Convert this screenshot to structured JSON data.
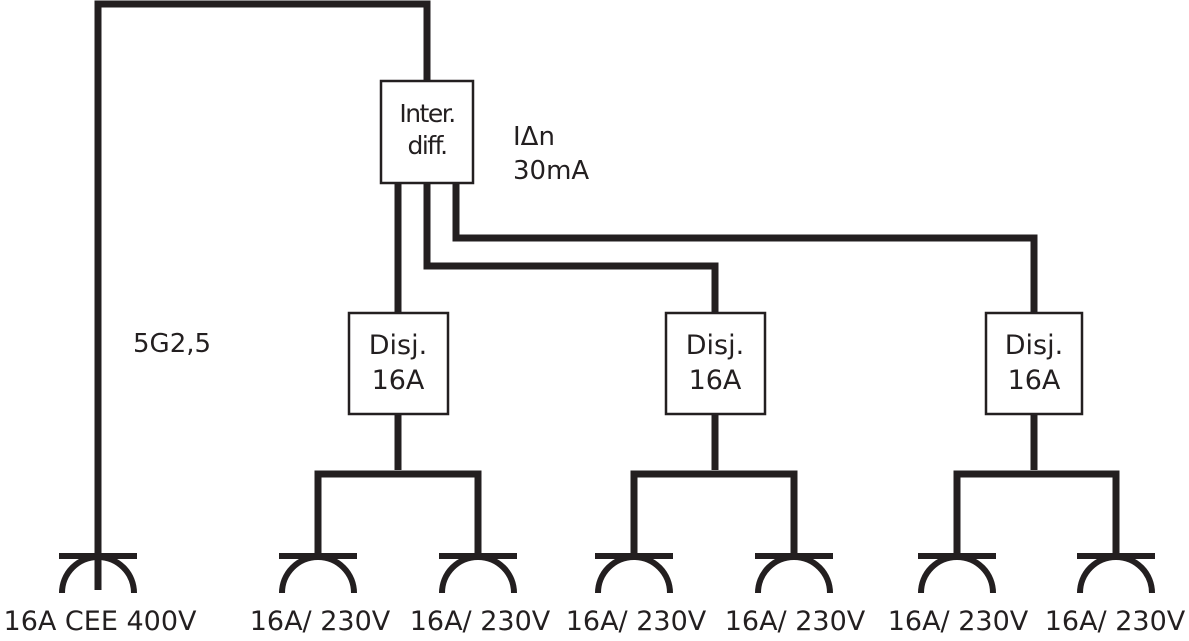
{
  "colors": {
    "line": "#231f20",
    "background": "#ffffff"
  },
  "cable_label": "5G2,5",
  "rcd": {
    "label_line1": "Inter.",
    "label_line2": "diff.",
    "rating_line1": "IΔn",
    "rating_line2": "30mA"
  },
  "breakers": [
    {
      "label_line1": "Disj.",
      "label_line2": "16A"
    },
    {
      "label_line1": "Disj.",
      "label_line2": "16A"
    },
    {
      "label_line1": "Disj.",
      "label_line2": "16A"
    }
  ],
  "sockets": [
    {
      "label": "16A CEE 400V",
      "icon": "socket-outlet-icon"
    },
    {
      "label": "16A/ 230V",
      "icon": "socket-outlet-icon"
    },
    {
      "label": "16A/ 230V",
      "icon": "socket-outlet-icon"
    },
    {
      "label": "16A/ 230V",
      "icon": "socket-outlet-icon"
    },
    {
      "label": "16A/ 230V",
      "icon": "socket-outlet-icon"
    },
    {
      "label": "16A/ 230V",
      "icon": "socket-outlet-icon"
    },
    {
      "label": "16A/ 230V",
      "icon": "socket-outlet-icon"
    }
  ]
}
